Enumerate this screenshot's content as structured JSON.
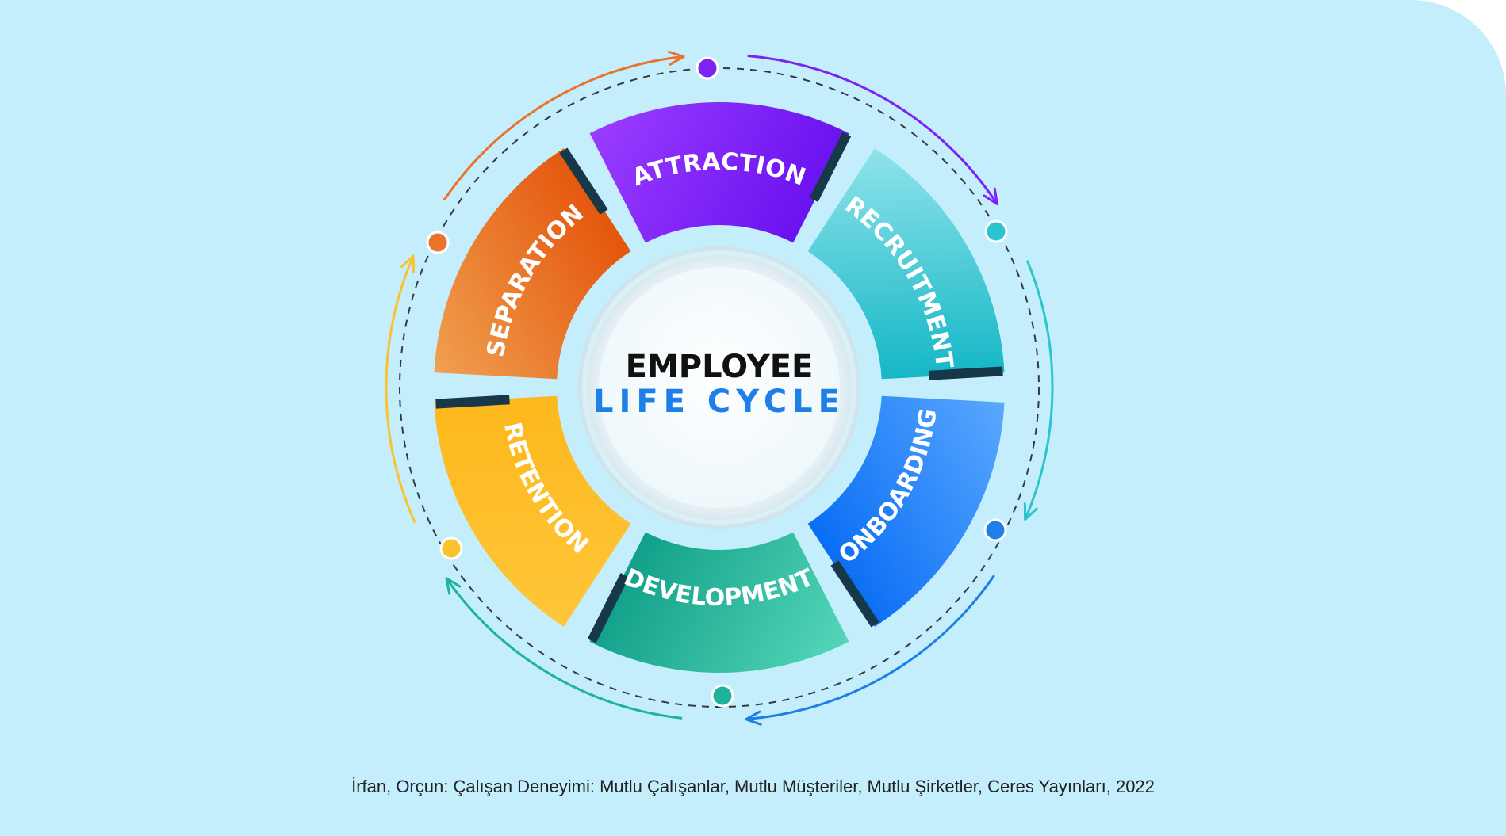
{
  "center": {
    "title": "EMPLOYEE",
    "subtitle": "LIFE CYCLE"
  },
  "stages": [
    {
      "label": "ATTRACTION",
      "color_start": "#9a3cff",
      "color_end": "#6a12f0",
      "accent": "#7d24f5"
    },
    {
      "label": "RECRUITMENT",
      "color_start": "#8fe3ea",
      "color_end": "#14b7c6",
      "accent": "#2cc4cf"
    },
    {
      "label": "ONBOARDING",
      "color_start": "#5aa8ff",
      "color_end": "#0a6ef4",
      "accent": "#1f7fe8"
    },
    {
      "label": "DEVELOPMENT",
      "color_start": "#54d6b8",
      "color_end": "#12a08a",
      "accent": "#1fb39a"
    },
    {
      "label": "RETENTION",
      "color_start": "#fec63a",
      "color_end": "#fdb81c",
      "accent": "#f9c22e"
    },
    {
      "label": "SEPARATION",
      "color_start": "#f0a050",
      "color_end": "#e4560c",
      "accent": "#e9732a"
    }
  ],
  "citation": "İrfan, Orçun: Çalışan Deneyimi: Mutlu Çalışanlar, Mutlu Müşteriler, Mutlu Şirketler, Ceres Yayınları, 2022"
}
